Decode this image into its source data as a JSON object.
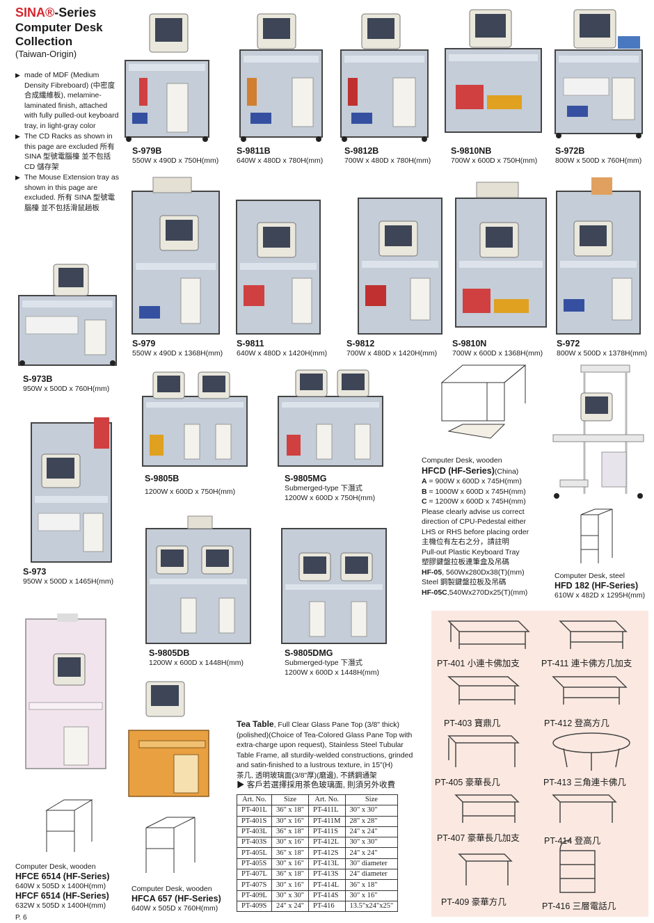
{
  "header": {
    "brand": "SINA®",
    "series": "-Series",
    "title": "Computer Desk Collection",
    "origin": "(Taiwan-Origin)"
  },
  "bullets": [
    "made of MDF (Medium Density Fibreboard) (中密度合成纖維板), melamine-laminated finish, attached with fully pulled-out keyboard tray, in light-gray color",
    "The CD Racks as shown in this page are excluded 所有 SINA 型號電腦檯 並不包括 CD 儲存架",
    "The Mouse Extension tray as shown in this page are excluded. 所有 SINA 型號電腦檯 並不包括滑鼠趟板"
  ],
  "products": {
    "s979b": {
      "code": "S-979B",
      "dims": "550W x 490D x 750H(mm)"
    },
    "s9811b": {
      "code": "S-9811B",
      "dims": "640W x 480D x 780H(mm)"
    },
    "s9812b": {
      "code": "S-9812B",
      "dims": "700W x 480D x 780H(mm)"
    },
    "s9810nb": {
      "code": "S-9810NB",
      "dims": "700W x 600D x 750H(mm)"
    },
    "s972b": {
      "code": "S-972B",
      "dims": "800W x 500D x 760H(mm)"
    },
    "s979": {
      "code": "S-979",
      "dims": "550W x 490D x 1368H(mm)"
    },
    "s9811": {
      "code": "S-9811",
      "dims": "640W x 480D x 1420H(mm)"
    },
    "s9812": {
      "code": "S-9812",
      "dims": "700W x 480D x 1420H(mm)"
    },
    "s9810n": {
      "code": "S-9810N",
      "dims": "700W x 600D x 1368H(mm)"
    },
    "s972": {
      "code": "S-972",
      "dims": "800W x 500D x 1378H(mm)"
    },
    "s973b": {
      "code": "S-973B",
      "dims": "950W x 500D x 760H(mm)"
    },
    "s973": {
      "code": "S-973",
      "dims": "950W x 500D x 1465H(mm)"
    },
    "s9805b": {
      "code": "S-9805B",
      "dims": "1200W x 600D x 750H(mm)"
    },
    "s9805mg": {
      "code": "S-9805MG",
      "note": "Submerged-type 下潛式",
      "dims": "1200W x 600D x 750H(mm)"
    },
    "s9805db": {
      "code": "S-9805DB",
      "dims": "1200W x 600D x 1448H(mm)"
    },
    "s9805dmg": {
      "code": "S-9805DMG",
      "note": "Submerged-type 下潛式",
      "dims": "1200W x 600D x 1448H(mm)"
    }
  },
  "hfcd": {
    "line1": "Computer Desk, wooden",
    "code": "HFCD (HF-Series)",
    "origin": "(China)",
    "a_label": "A",
    "a_dims": " = 900W x 600D x 745H(mm)",
    "b_label": "B",
    "b_dims": " = 1000W x 600D x 745H(mm)",
    "c_label": "C",
    "c_dims": " = 1200W x 600D x 745H(mm)",
    "advise1": "Please clearly advise us correct",
    "advise2": "direction of CPU-Pedestal either",
    "advise3": "LHS or RHS before placing order",
    "advise_cn": "主機位有左右之分，請註明",
    "tray1": "Pull-out Plastic Keyboard Tray",
    "tray_cn1": "塑膠鍵盤拉板連筆盒及吊碼",
    "hf05_code": "HF-05",
    "hf05_dims": ", 560Wx280Dx38(T)(mm)",
    "steel_line": "Steel  鋼製鍵盤拉板及吊碼",
    "hf05c_code": "HF-05C",
    "hf05c_dims": ",540Wx270Dx25(T)(mm)"
  },
  "hfd182": {
    "line1": "Computer Desk, steel",
    "code": "HFD 182 (HF-Series)",
    "dims": "610W x 482D x 1295H(mm)"
  },
  "hfce": {
    "line1": "Computer Desk, wooden",
    "code1": "HFCE 6514 (HF-Series)",
    "dims1": "640W x 505D x 1400H(mm)",
    "code2": "HFCF 6514 (HF-Series)",
    "dims2": "632W x 505D x 1400H(mm)"
  },
  "hfca": {
    "line1": "Computer Desk, wooden",
    "code": "HFCA 657 (HF-Series)",
    "dims": "640W x 505D x 760H(mm)"
  },
  "tea": {
    "title": "Tea Table",
    "desc": ", Full Clear Glass Pane Top (3/8\" thick) (polished)(Choice of Tea-Colored Glass Pane Top with extra-charge upon request), Stainless Steel Tubular Table Frame, all sturdily-welded constructions, grinded and satin-finished to a lustrous texture, in 15\"(H)",
    "cn1": "茶几, 透明玻璃面(3/8\"厚)(磨邊), 不銹鋼通架",
    "cn2": "▶ 客戶若選擇採用茶色玻璃面, 則須另外收費",
    "headers": [
      "Art. No.",
      "Size",
      "Art. No.",
      "Size"
    ],
    "rows": [
      [
        "PT-401L",
        "36\" x 18\"",
        "PT-411L",
        "30\" x 30\""
      ],
      [
        "PT-401S",
        "30\" x 16\"",
        "PT-411M",
        "28\" x 28\""
      ],
      [
        "PT-403L",
        "36\" x 18\"",
        "PT-411S",
        "24\" x 24\""
      ],
      [
        "PT-403S",
        "30\" x 16\"",
        "PT-412L",
        "30\" x 30\""
      ],
      [
        "PT-405L",
        "36\" x 18\"",
        "PT-412S",
        "24\" x 24\""
      ],
      [
        "PT-405S",
        "30\" x 16\"",
        "PT-413L",
        "30\" diameter"
      ],
      [
        "PT-407L",
        "36\" x 18\"",
        "PT-413S",
        "24\" diameter"
      ],
      [
        "PT-407S",
        "30\" x 16\"",
        "PT-414L",
        "36\" x 18\""
      ],
      [
        "PT-409L",
        "30\" x 30\"",
        "PT-414S",
        "30\" x 16\""
      ],
      [
        "PT-409S",
        "24\" x 24\"",
        "PT-416",
        "13.5\"x24\"x25\""
      ]
    ],
    "items": [
      "PT-401  小連卡佛加支",
      "PT-411  連卡佛方几加支",
      "PT-403         寶鼎几",
      "PT-412    登高方几",
      "PT-405  豪華長几",
      "PT-413  三角連卡佛几",
      "PT-407  豪華長几加支",
      "PT-414        登高几",
      "PT-409      豪華方几",
      "PT-416    三層電話几"
    ]
  },
  "page": "P. 6"
}
